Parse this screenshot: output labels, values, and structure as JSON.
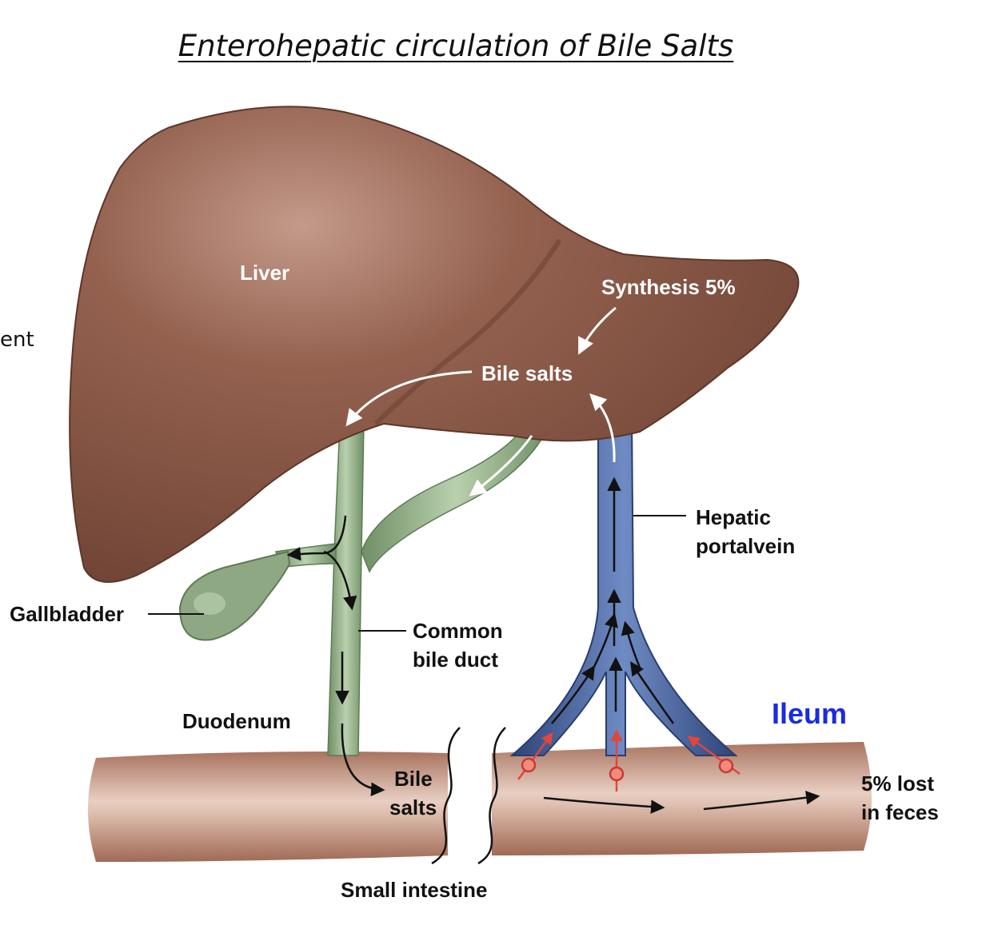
{
  "title": "Enterohepatic circulation of Bile Salts",
  "cut_text": "ent",
  "labels": {
    "liver": "Liver",
    "synthesis": "Synthesis 5%",
    "bile_salts_liver": "Bile salts",
    "hepatic_line1": "Hepatic",
    "hepatic_line2": "portalvein",
    "gallbladder": "Gallbladder",
    "common_line1": "Common",
    "common_line2": "bile duct",
    "duodenum": "Duodenum",
    "ileum": "Ileum",
    "bile_line1": "Bile",
    "bile_line2": "salts",
    "lost_line1": "5% lost",
    "lost_line2": "in feces",
    "small_intestine": "Small intestine"
  },
  "colors": {
    "liver": "#8c5a4a",
    "duct": "#8ea884",
    "vein": "#3f5a93",
    "intestine": "#b98a78",
    "ileum_label": "#1a2be0",
    "absorption_arrow": "#e0463c"
  }
}
